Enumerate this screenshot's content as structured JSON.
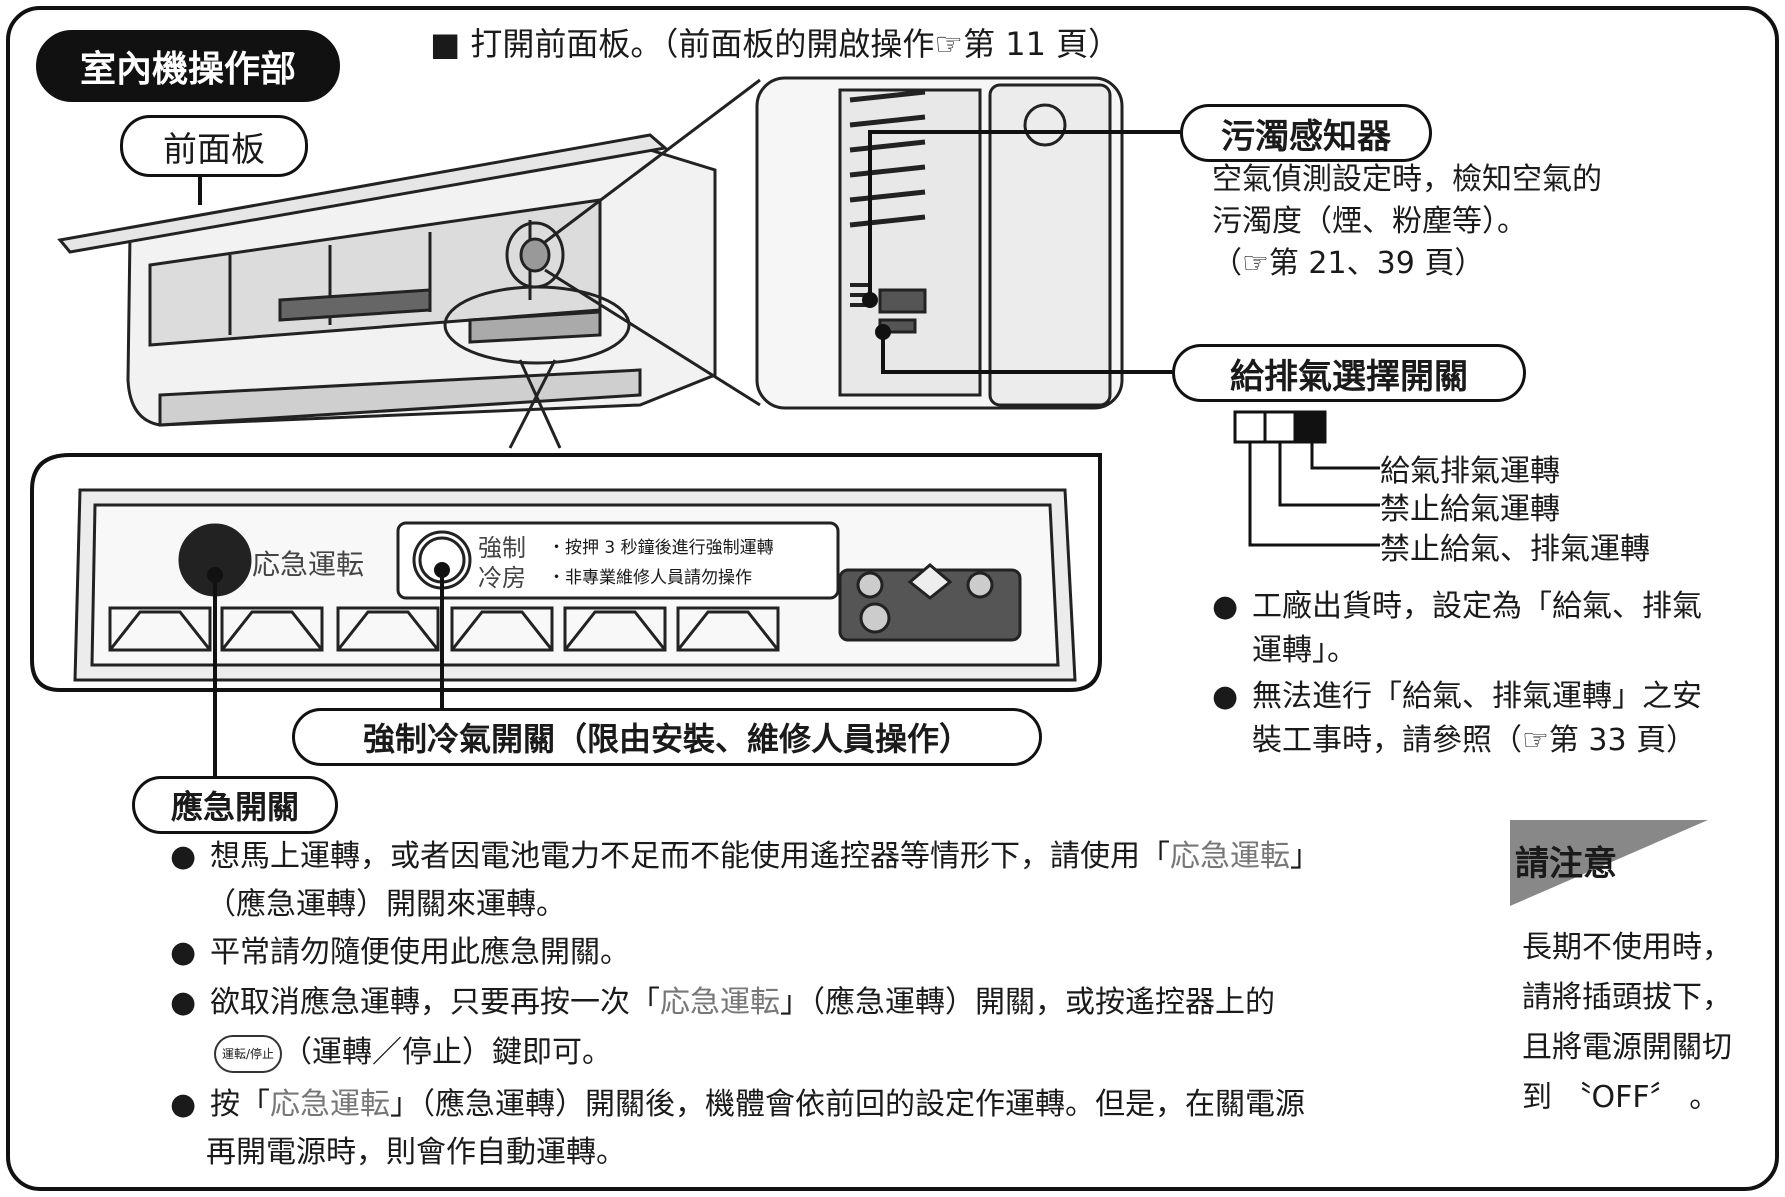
{
  "header": {
    "section_title": "室內機操作部",
    "instruction": "■ 打開前面板。（前面板的開啟操作☞第 11 頁）"
  },
  "labels": {
    "front_panel": "前面板",
    "dirt_sensor": "污濁感知器",
    "vent_switch": "給排氣選擇開關",
    "forced_cooling_switch": "強制冷氣開關（限由安裝、維修人員操作）",
    "emergency_switch": "應急開關"
  },
  "control_panel": {
    "emergency_label": "応急運転",
    "forced_label_line1": "強制",
    "forced_label_line2": "冷房",
    "forced_note_line1": "・按押 3 秒鐘後進行強制運轉",
    "forced_note_line2": "・非專業維修人員請勿操作"
  },
  "dirt_sensor_desc": {
    "line1": "空氣偵測設定時，檢知空氣的",
    "line2": "污濁度（煙、粉塵等）。",
    "line3": "（☞第 21、39 頁）"
  },
  "vent_modes": [
    "給氣排氣運轉",
    "禁止給氣運轉",
    "禁止給氣、排氣運轉"
  ],
  "vent_notes": [
    {
      "line1": "工廠出貨時，設定為「給氣、排氣",
      "line2": "運轉」。"
    },
    {
      "line1": "無法進行「給氣、排氣運轉」之安",
      "line2": "裝工事時，請參照（☞第 33 頁）"
    }
  ],
  "emergency_notes": {
    "n1_a": "想馬上運轉，或者因電池電力不足而不能使用遙控器等情形下，請使用「",
    "n1_hl": "応急運転",
    "n1_b": "」",
    "n1_line2": "（應急運轉）開關來運轉。",
    "n2": "平常請勿隨便使用此應急開關。",
    "n3_a": "欲取消應急運轉，只要再按一次「",
    "n3_hl": "応急運転",
    "n3_b": "」（應急運轉）開關，或按遙控器上的",
    "n3_button": "運転/停止",
    "n3_line2": "（運轉／停止）鍵即可。",
    "n4_a": "按「",
    "n4_hl": "応急運転",
    "n4_b": "」（應急運轉）開關後，機體會依前回的設定作運轉。但是，在關電源",
    "n4_line2": "再開電源時，則會作自動運轉。"
  },
  "caution": {
    "title": "請注意",
    "line1": "長期不使用時，",
    "line2": "請將插頭拔下，",
    "line3": "且將電源開關切",
    "line4": "到 〝OFF〞 。"
  }
}
